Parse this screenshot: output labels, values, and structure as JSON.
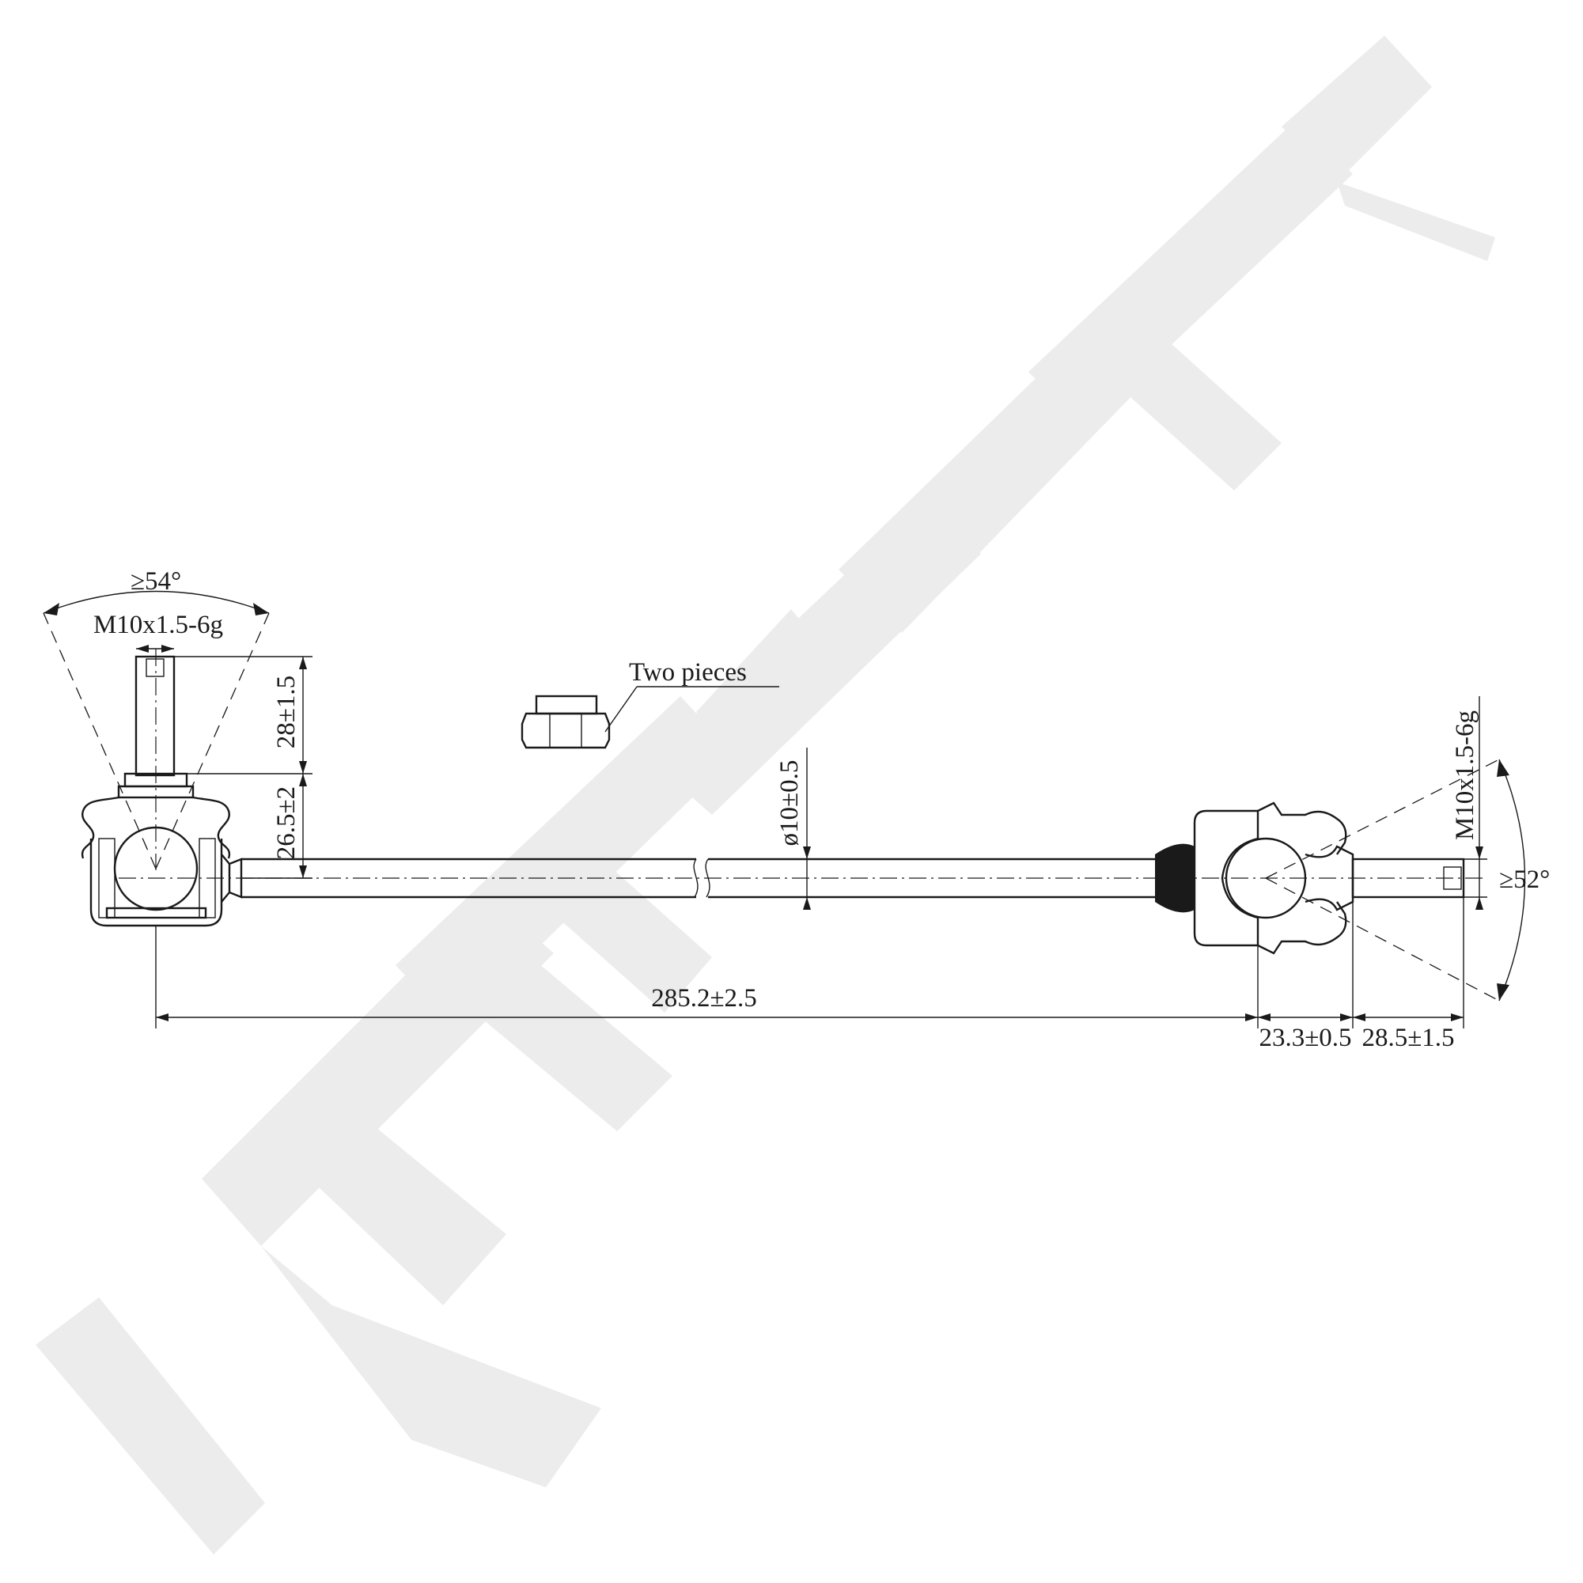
{
  "watermark": {
    "text": "ZENNEK",
    "color": "#ececec"
  },
  "colors": {
    "line": "#1a1a1a",
    "background": "#ffffff"
  },
  "callout": {
    "nut_label": "Two pieces"
  },
  "dimensions": {
    "left_angle": "≥54°",
    "left_thread": "M10x1.5-6g",
    "left_stud_length": "28±1.5",
    "left_head_height": "26.5±2",
    "rod_diameter": "ø10±0.5",
    "overall_length": "285.2±2.5",
    "right_body_length": "23.3±0.5",
    "right_stud_length": "28.5±1.5",
    "right_thread": "M10x1.5-6g",
    "right_angle": "≥52°"
  }
}
